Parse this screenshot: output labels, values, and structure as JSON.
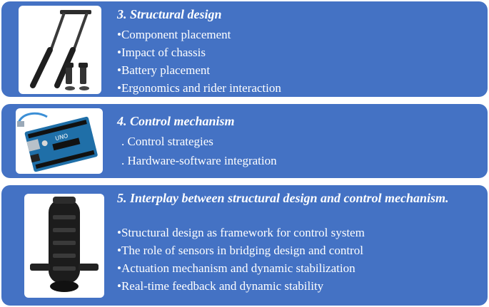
{
  "sections": [
    {
      "title": "3. Structural design",
      "image_icon": "scooter-fork-and-bolts",
      "items": [
        "•Component placement",
        "•Impact of chassis",
        "•Battery placement",
        "•Ergonomics and rider interaction"
      ]
    },
    {
      "title": "4. Control mechanism",
      "image_icon": "arduino-board",
      "items": [
        ". Control strategies",
        ". Hardware-software integration"
      ]
    },
    {
      "title": "5. Interplay between structural design and control mechanism.",
      "image_icon": "electric-unicycle",
      "items": [
        "•Structural design as framework for control system",
        "•The role of sensors in bridging design and control",
        "•Actuation mechanism and dynamic stabilization",
        "•Real-time feedback and dynamic stability"
      ]
    }
  ],
  "colors": {
    "panel": "#4472c4",
    "text": "#ffffff",
    "thumb_bg": "#ffffff"
  }
}
